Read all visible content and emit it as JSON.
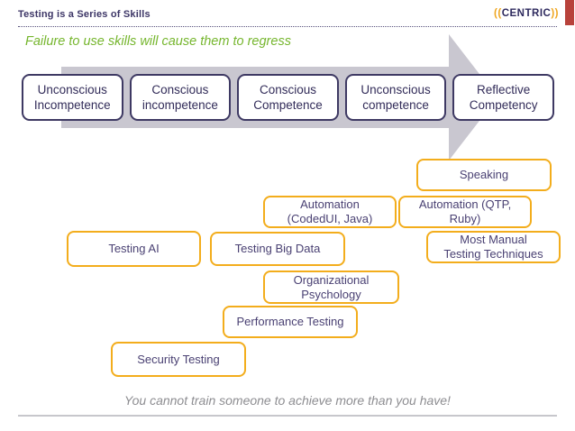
{
  "header": {
    "title": "Testing is a Series of Skills",
    "logo_open": "((",
    "logo_text": "CENTRIC",
    "logo_close": "))"
  },
  "subtitle": "Failure to use skills will cause them to regress",
  "stages": [
    {
      "label": "Unconscious\nIncompetence"
    },
    {
      "label": "Conscious\nincompetence"
    },
    {
      "label": "Conscious\nCompetence"
    },
    {
      "label": "Unconscious\ncompetence"
    },
    {
      "label": "Reflective\nCompetency"
    }
  ],
  "skills": [
    {
      "id": "speaking",
      "label": "Speaking"
    },
    {
      "id": "automation-codedui-java",
      "label": "Automation\n(CodedUI, Java)"
    },
    {
      "id": "automation-qtp-ruby",
      "label": "Automation (QTP,\nRuby)"
    },
    {
      "id": "testing-ai",
      "label": "Testing AI"
    },
    {
      "id": "testing-big-data",
      "label": "Testing Big Data"
    },
    {
      "id": "most-manual-testing-techniques",
      "label": "Most Manual\nTesting Techniques"
    },
    {
      "id": "organizational-psychology",
      "label": "Organizational\nPsychology"
    },
    {
      "id": "performance-testing",
      "label": "Performance Testing"
    },
    {
      "id": "security-testing",
      "label": "Security Testing"
    }
  ],
  "footer": {
    "quote": "You cannot train someone to achieve more than you have!"
  },
  "colors": {
    "box_border_navy": "#3e3963",
    "skill_border_orange": "#f3ad1c",
    "subtitle_green": "#76b62e",
    "arrow_gray": "#c9c7d0",
    "logo_orange": "#efa51e",
    "logo_navy": "#2e2a5e",
    "corner_accent_red": "#b8423b",
    "quote_gray": "#8d8d91"
  }
}
